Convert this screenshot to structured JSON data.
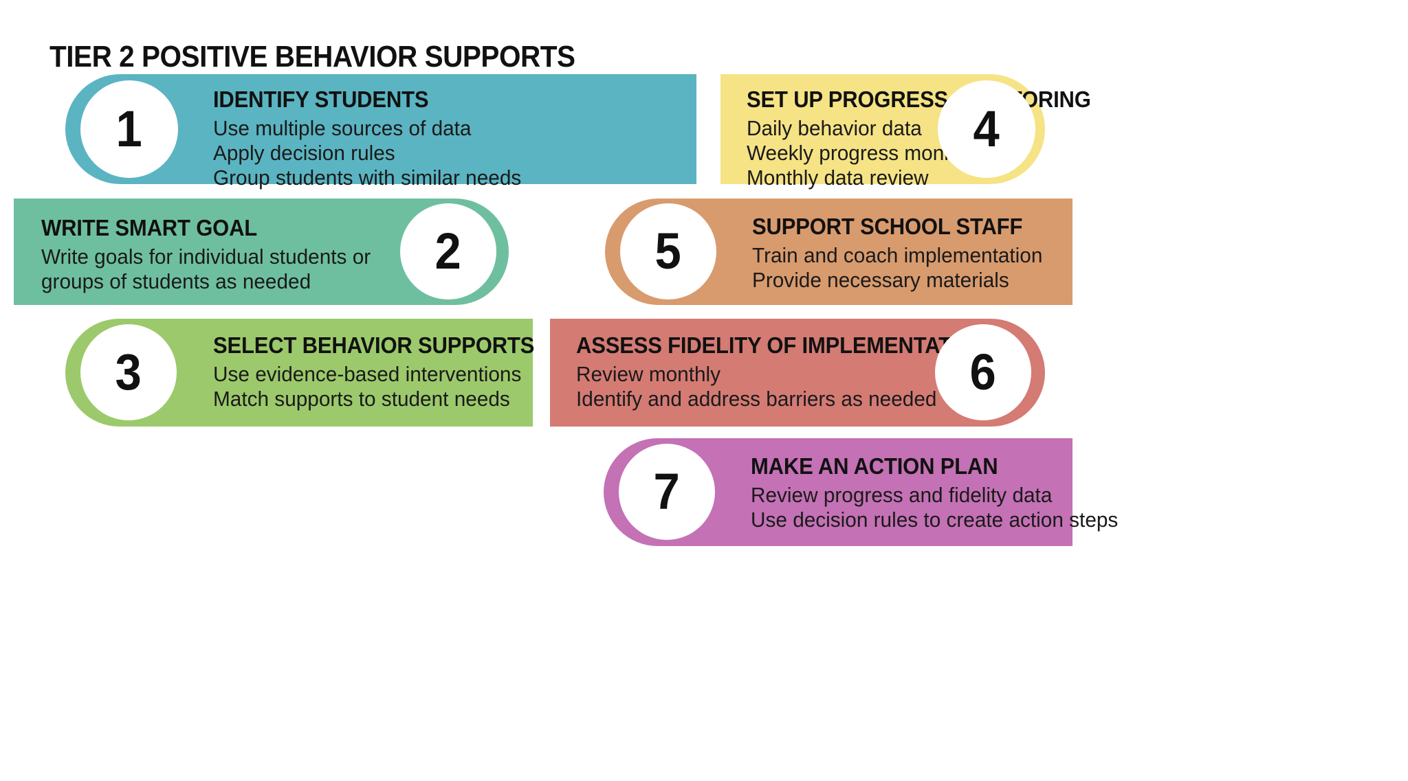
{
  "page": {
    "title": "TIER 2 POSITIVE BEHAVIOR SUPPORTS",
    "background_color": "#FFFFFF",
    "text_color": "#111111"
  },
  "steps": [
    {
      "number": "1",
      "title": "IDENTIFY STUDENTS",
      "lines": [
        "Use multiple sources of data",
        "Apply decision rules",
        "Group students with similar needs"
      ],
      "color": "#5BB4C2",
      "badge_side": "left",
      "rounded_side": "left",
      "column": "left",
      "row": 1
    },
    {
      "number": "2",
      "title": "WRITE SMART GOAL",
      "lines": [
        "Write goals for individual students or",
        "groups of students as needed"
      ],
      "color": "#6EBFA0",
      "badge_side": "right",
      "rounded_side": "right",
      "column": "left",
      "row": 2
    },
    {
      "number": "3",
      "title": "SELECT BEHAVIOR SUPPORTS",
      "lines": [
        "Use evidence-based interventions",
        "Match supports to student needs"
      ],
      "color": "#9CC96B",
      "badge_side": "left",
      "rounded_side": "left",
      "column": "left",
      "row": 3
    },
    {
      "number": "4",
      "title": "SET UP PROGRESS MONITORING",
      "lines": [
        "Daily behavior data",
        "Weekly progress monitoring",
        "Monthly data review"
      ],
      "color": "#F5E385",
      "badge_side": "right",
      "rounded_side": "right",
      "column": "right",
      "row": 1
    },
    {
      "number": "5",
      "title": "SUPPORT SCHOOL STAFF",
      "lines": [
        "Train and coach implementation",
        "Provide necessary materials"
      ],
      "color": "#D89B6E",
      "badge_side": "left",
      "rounded_side": "left",
      "column": "right",
      "row": 2
    },
    {
      "number": "6",
      "title": "ASSESS FIDELITY OF IMPLEMENTATION",
      "lines": [
        "Review monthly",
        "Identify and address barriers as needed"
      ],
      "color": "#D47B74",
      "badge_side": "right",
      "rounded_side": "right",
      "column": "right",
      "row": 3
    },
    {
      "number": "7",
      "title": "MAKE AN ACTION PLAN",
      "lines": [
        "Review progress and fidelity data",
        "Use decision rules to create action steps"
      ],
      "color": "#C471B5",
      "badge_side": "left",
      "rounded_side": "left",
      "column": "right",
      "row": 4
    }
  ]
}
